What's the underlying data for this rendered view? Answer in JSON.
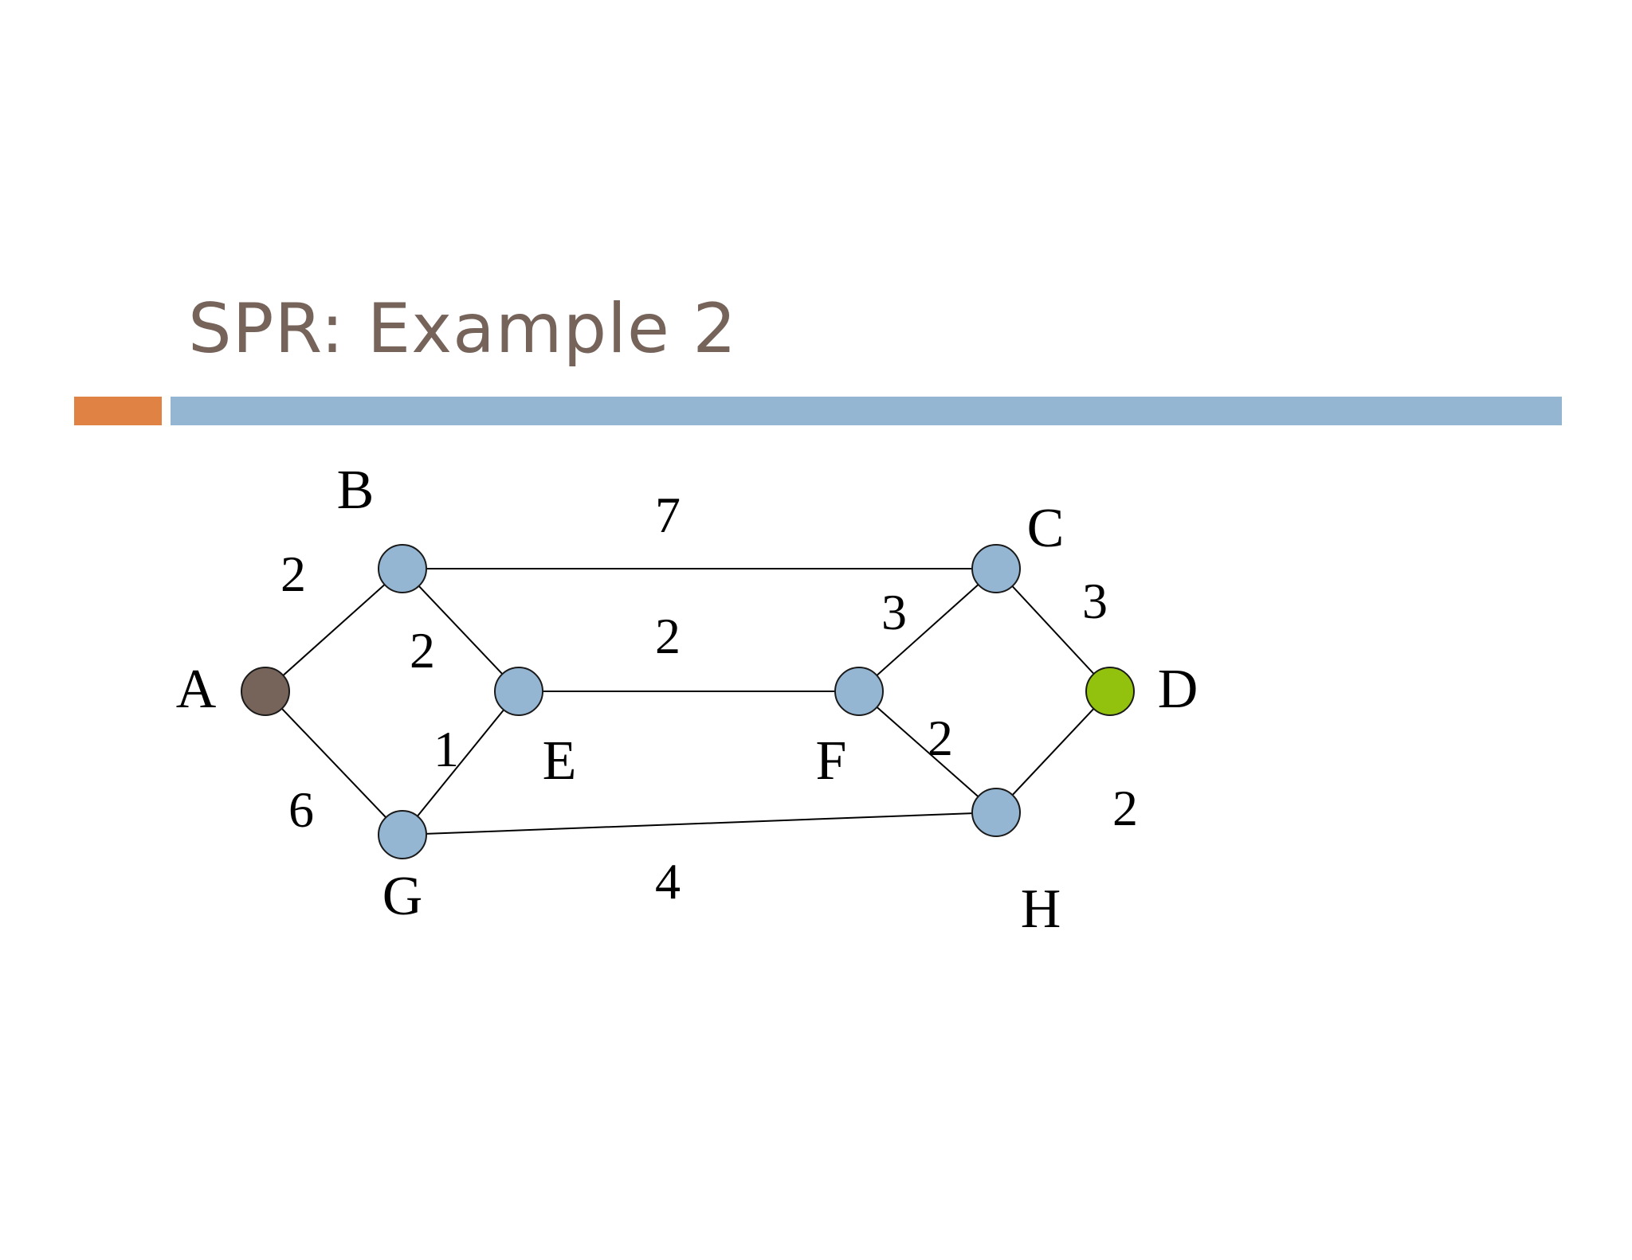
{
  "slide": {
    "title": "SPR: Example 2"
  },
  "colors": {
    "title": "#76635a",
    "accent_orange": "#df8244",
    "accent_blue": "#94b6d2",
    "node_default": "#94b6d2",
    "node_source": "#76635a",
    "node_destination": "#92c20d"
  },
  "graph": {
    "nodes": [
      {
        "id": "A",
        "label": "A",
        "role": "source"
      },
      {
        "id": "B",
        "label": "B",
        "role": "default"
      },
      {
        "id": "E",
        "label": "E",
        "role": "default"
      },
      {
        "id": "G",
        "label": "G",
        "role": "default"
      },
      {
        "id": "F",
        "label": "F",
        "role": "default"
      },
      {
        "id": "C",
        "label": "C",
        "role": "default"
      },
      {
        "id": "H",
        "label": "H",
        "role": "default"
      },
      {
        "id": "D",
        "label": "D",
        "role": "destination"
      }
    ],
    "edges": [
      {
        "from": "A",
        "to": "B",
        "weight": "2"
      },
      {
        "from": "A",
        "to": "G",
        "weight": "6"
      },
      {
        "from": "B",
        "to": "E",
        "weight": "2"
      },
      {
        "from": "G",
        "to": "E",
        "weight": "1"
      },
      {
        "from": "B",
        "to": "C",
        "weight": "7"
      },
      {
        "from": "E",
        "to": "F",
        "weight": "2"
      },
      {
        "from": "G",
        "to": "H",
        "weight": "4"
      },
      {
        "from": "F",
        "to": "C",
        "weight": "3"
      },
      {
        "from": "F",
        "to": "H",
        "weight": "2"
      },
      {
        "from": "C",
        "to": "D",
        "weight": "3"
      },
      {
        "from": "H",
        "to": "D",
        "weight": "2"
      }
    ]
  }
}
